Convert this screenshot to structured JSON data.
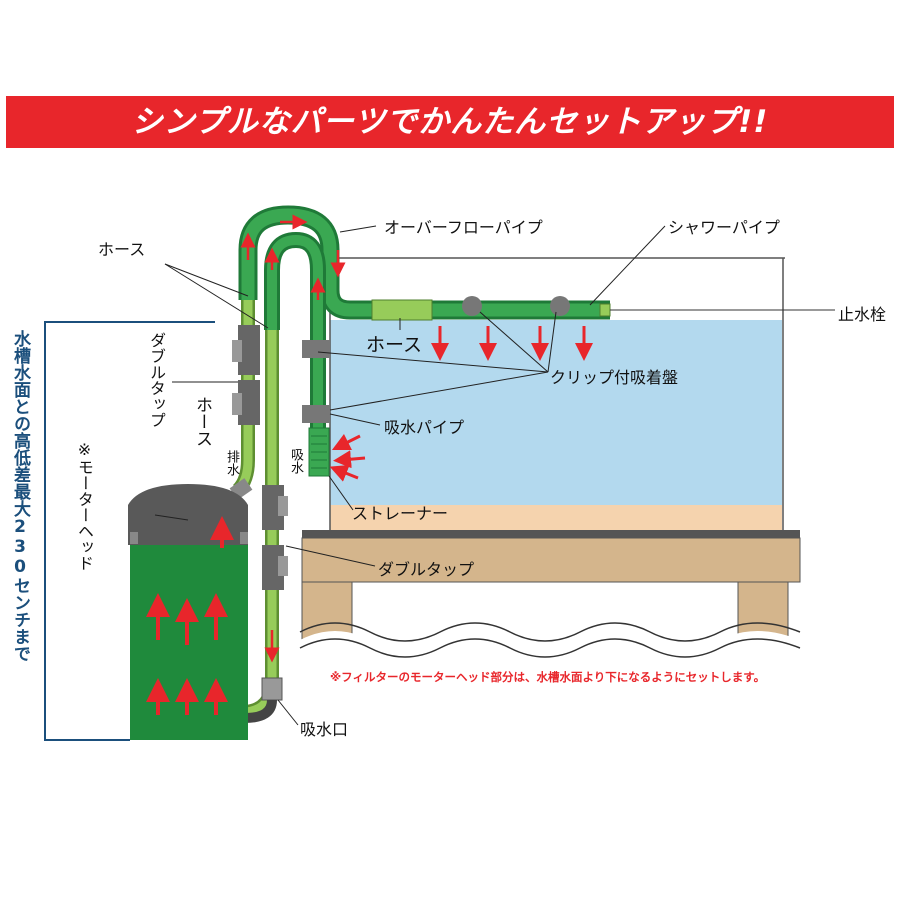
{
  "banner": {
    "title": "シンプルなパーツでかんたんセットアップ!!"
  },
  "labels": {
    "overflow_pipe": "オーバーフローパイプ",
    "shower_pipe": "シャワーパイプ",
    "hose_top": "ホース",
    "stop_cock": "止水栓",
    "hose_tank": "ホース",
    "double_tap_left": "ダブルタップ",
    "clip_sucker": "クリップ付吸着盤",
    "hose_vertical": "ホース",
    "intake_pipe": "吸水パイプ",
    "drain": "排水",
    "intake_small": "吸水",
    "strainer": "ストレーナー",
    "motor_head": "※モーターヘッド",
    "double_tap_bottom": "ダブルタップ",
    "intake_port": "吸水口",
    "height_limit": "水槽水面との高低差最大230センチまで",
    "note": "※フィルターのモーターヘッド部分は、水槽水面より下になるようにセットします。"
  },
  "colors": {
    "banner": "#e8262b",
    "water": "#b3d9ee",
    "sand": "#f5d3ae",
    "wood": "#d4b58c",
    "pipe_green": "#2f9a48",
    "hose_green": "#97cc5a",
    "filter_green": "#1f8a3c",
    "motor_head": "#555555",
    "arrow_red": "#e8262b",
    "label_blue": "#1b4f7c"
  }
}
